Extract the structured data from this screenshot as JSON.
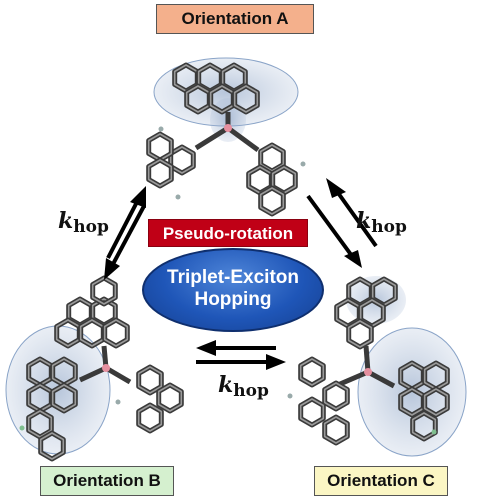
{
  "labels": {
    "orientation_a": "Orientation A",
    "orientation_b": "Orientation B",
    "orientation_c": "Orientation C",
    "pseudo_rotation": "Pseudo-rotation",
    "center_line1": "Triplet-Exciton",
    "center_line2": "Hopping",
    "k_symbol": "k",
    "hop_subscript": "hop"
  },
  "colors": {
    "orientation_a_fill": "#f4b08c",
    "orientation_b_fill": "#d5f0cf",
    "orientation_c_fill": "#fbf6c4",
    "pseudo_rotation_fill": "#c00016",
    "center_ellipse_fill": "#1f56b8",
    "bond_color": "#3a3a3a",
    "density_cloud": "#8aa4c8",
    "boron_atom": "#e58f9f"
  },
  "icons": {
    "molecules": "triarylborane-molecule-icon",
    "arrows": "equilibrium-arrows-icon"
  }
}
